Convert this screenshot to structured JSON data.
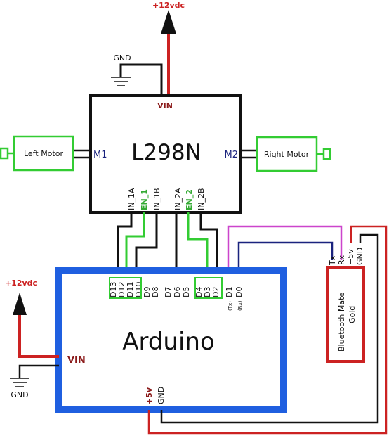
{
  "colors": {
    "red": "#cc2222",
    "green": "#33cc33",
    "blue": "#1f5fe0",
    "navy": "#1a237e",
    "magenta": "#cc44cc",
    "darkred": "#8b1a1a",
    "black": "#111111"
  },
  "power": {
    "top_label": "+12vdc",
    "left_label": "+12vdc",
    "gnd_top": "GND",
    "gnd_left": "GND"
  },
  "driver": {
    "title": "L298N",
    "vin": "VIN",
    "m1": "M1",
    "m2": "M2",
    "pins": [
      "IN_1A",
      "EN_1",
      "IN_1B",
      "IN_2A",
      "EN_2",
      "IN_2B"
    ]
  },
  "motors": {
    "left": "Left Motor",
    "right": "Right Motor"
  },
  "arduino": {
    "title": "Arduino",
    "vin": "VIN",
    "plus5v": "+5v",
    "gnd": "GND",
    "pins": [
      "D13",
      "D12",
      "D11",
      "D10",
      "D9",
      "D8",
      "D7",
      "D6",
      "D5",
      "D4",
      "D3",
      "D2",
      "D1",
      "D0"
    ],
    "tx_note": "(Tx)",
    "rx_note": "(Rx)"
  },
  "bluetooth": {
    "line1": "Bluetooth Mate",
    "line2": "Gold",
    "pins": [
      "Tx",
      "Rx",
      "+5v",
      "GND"
    ]
  }
}
